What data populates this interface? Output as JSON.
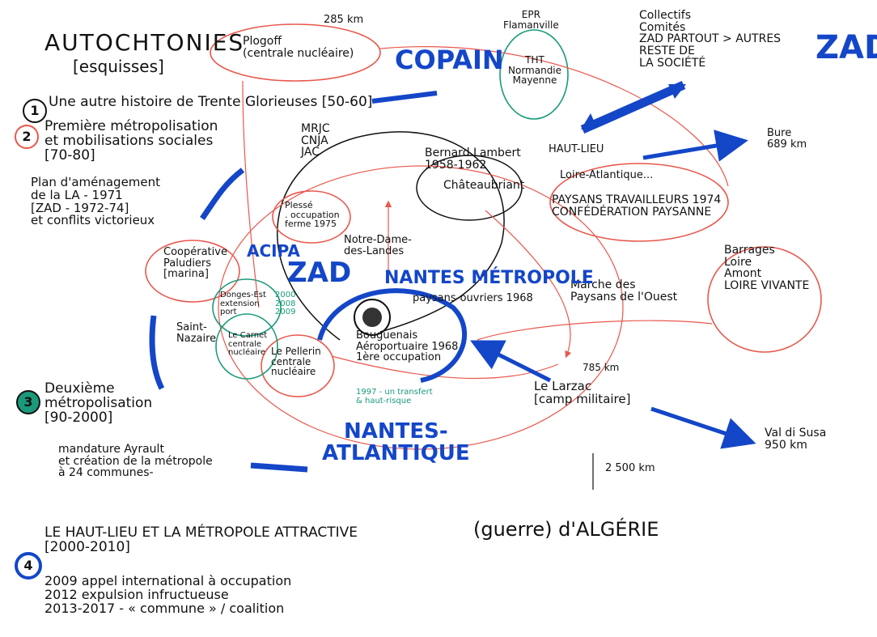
{
  "colors": {
    "ink": "#111111",
    "blue": "#1446c8",
    "red": "#e8584c",
    "green": "#1a9a7a"
  },
  "title": {
    "main": "AUTOCHTONIES",
    "sub": "[esquisses]"
  },
  "periods": [
    {
      "number": "1",
      "text": "Une autre histoire de Trente Glorieuses [50-60]"
    },
    {
      "number": "2",
      "text": "Première métropolisation\net mobilisations sociales\n[70-80]"
    },
    {
      "number": "3",
      "text": "Deuxième\nmétropolisation\n[90-2000]"
    },
    {
      "number": "4",
      "text": "LE HAUT-LIEU ET LA MÉTROPOLE ATTRACTIVE\n[2000-2010]"
    }
  ],
  "notes": {
    "plan": "Plan d'aménagement\nde la LA - 1971\n[ZAD - 1972-74]\net conflits victorieux",
    "mandature": "mandature Ayrault\net création de la métropole\nà 24 communes-",
    "chronology": "2009 appel international à occupation\n2012 expulsion infructueuse\n2013-2017 - « commune » / coalition"
  },
  "nodes": {
    "plogoff": "Plogoff\n(centrale nucléaire)",
    "dist_285": "285 km",
    "epr": "EPR\nFlamanville",
    "tht": "THT\nNormandie\nMayenne",
    "collectifs": "Collectifs\nComités\nZAD PARTOUT > AUTRES\nRESTE DE\nLA SOCIÉTÉ",
    "mrjc": "MRJC\nCNJA\nJAC",
    "bernard": "Bernard Lambert\n1958-1962",
    "chateaubriant": "Châteaubriant",
    "haut_lieu": "HAUT-LIEU",
    "bure": "Bure\n689 km",
    "loire_atl": "Loire-Atlantique...",
    "paysans": "PAYSANS TRAVAILLEURS 1974\nCONFÉDÉRATION PAYSANNE",
    "plessé": "Plessé\n. occupation\nferme 1975",
    "nddl": "Notre-Dame-\ndes-Landes",
    "coop": "Coopérative\nPaludiers\n[marina]",
    "donges": "Donges-Est\nextension\nport",
    "dates_green": "2000\n2008\n2009",
    "carnet": "Le Carnet\ncentrale\nnucléaire",
    "pellerin": "Le Pellerin\ncentrale\nnucléaire",
    "saint_naz": "Saint-\nNazaire",
    "bouguenais": "Bouguenais\nAéroportuaire 1968\n1ère occupation",
    "paysans_ouvriers": "paysans-ouvriers 1968",
    "transfert": "1997 - un transfert\n& haut-risque",
    "marche": "Marche des\nPaysans de l'Ouest",
    "barrages": "Barrages\nLoire\nAmont\nLOIRE VIVANTE",
    "dist_785": "785 km",
    "larzac": "Le Larzac\n[camp militaire]",
    "val_susa": "Val di Susa\n950 km",
    "dist_2500": "2 500 km",
    "algerie": "(guerre) d'ALGÉRIE"
  },
  "labels_blue": {
    "copain": "COPAIN",
    "zad_big": "ZAD",
    "acipa": "ACIPA",
    "zad_center": "ZAD",
    "nantes_metro": "NANTES MÉTROPOLE",
    "nantes_atl": "NANTES-\nATLANTIQUE"
  }
}
